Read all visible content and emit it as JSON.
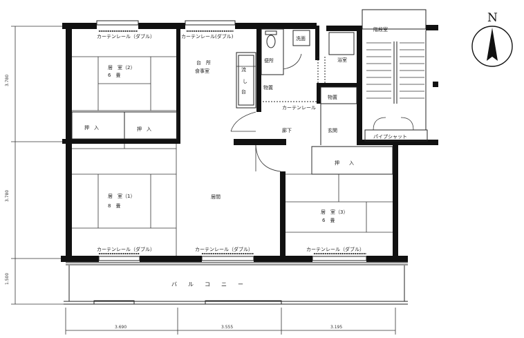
{
  "compass": {
    "letter": "N"
  },
  "rooms": {
    "room2": {
      "name": "居　室（2）",
      "size": "6　畳"
    },
    "room1": {
      "name": "居　室（1）",
      "size": "8　畳"
    },
    "room3": {
      "name": "居　室（3）",
      "size": "6　畳"
    },
    "kitchen_line1": "台　所",
    "kitchen_line2": "食事室",
    "living": "居間",
    "toilet": "便所",
    "storage_left": "物置",
    "storage_right": "物置",
    "washroom": "洗面",
    "bath": "浴室",
    "hall": "廊下",
    "entrance": "玄関",
    "stairwell": "階段室",
    "pipe_shaft": "パイプシャット",
    "closet_a": "押　入",
    "closet_b": "押　入",
    "closet_c": "押　　入",
    "sink_chars": [
      "流",
      "し",
      "台"
    ],
    "balcony": "バ　　ル　　コ　　ニ　　ー"
  },
  "curtains": {
    "top_left": "カーテンレール（ダブル）",
    "top_kitchen": "カーテンレール(ダブル)",
    "hall": "カーテンレール",
    "bottom_left": "カーテンレール（ダブル）",
    "bottom_mid": "カーテンレール（ダブル）",
    "bottom_right": "カーテンレール（ダブル）"
  },
  "dimensions": {
    "horizontal": [
      "3.690",
      "3.555",
      "3.195"
    ],
    "vertical": [
      "3.780",
      "3.780",
      "1.500"
    ]
  }
}
